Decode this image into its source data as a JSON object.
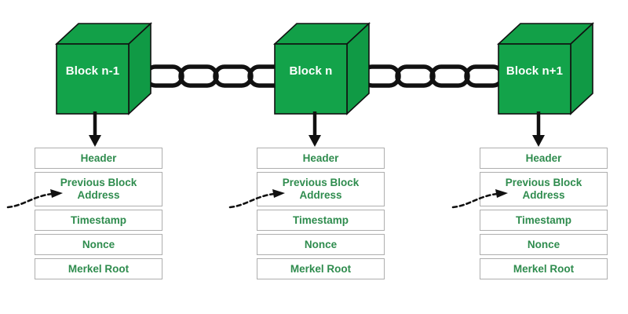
{
  "diagram": {
    "title": "Blockchain block structure diagram",
    "colors": {
      "cube_front": "#13A34A",
      "cube_top": "#12A048",
      "cube_side": "#109A45",
      "cube_outline": "#111111",
      "field_text": "#2F8C4E",
      "field_border": "#AEAEAE",
      "arrow": "#111111",
      "chain": "#111111",
      "background": "#FFFFFF"
    },
    "blocks": [
      {
        "id": "block-n-minus-1",
        "label": "Block n-1",
        "fields": [
          {
            "name": "header",
            "label": "Header",
            "lines": 1
          },
          {
            "name": "previous-block-address",
            "label": "Previous Block Address",
            "lines": 2
          },
          {
            "name": "timestamp",
            "label": "Timestamp",
            "lines": 1
          },
          {
            "name": "nonce",
            "label": "Nonce",
            "lines": 1
          },
          {
            "name": "merkel-root",
            "label": "Merkel Root",
            "lines": 1
          }
        ]
      },
      {
        "id": "block-n",
        "label": "Block n",
        "fields": [
          {
            "name": "header",
            "label": "Header",
            "lines": 1
          },
          {
            "name": "previous-block-address",
            "label": "Previous Block Address",
            "lines": 2
          },
          {
            "name": "timestamp",
            "label": "Timestamp",
            "lines": 1
          },
          {
            "name": "nonce",
            "label": "Nonce",
            "lines": 1
          },
          {
            "name": "merkel-root",
            "label": "Merkel Root",
            "lines": 1
          }
        ]
      },
      {
        "id": "block-n-plus-1",
        "label": "Block n+1",
        "fields": [
          {
            "name": "header",
            "label": "Header",
            "lines": 1
          },
          {
            "name": "previous-block-address",
            "label": "Previous Block Address",
            "lines": 2
          },
          {
            "name": "timestamp",
            "label": "Timestamp",
            "lines": 1
          },
          {
            "name": "nonce",
            "label": "Nonce",
            "lines": 1
          },
          {
            "name": "merkel-root",
            "label": "Merkel Root",
            "lines": 1
          }
        ]
      }
    ],
    "connectors": {
      "chain_links_per_gap": 4,
      "chain_segments": 2,
      "down_arrows": 3,
      "dashed_back_links": 3
    },
    "field_label_lines": {
      "previous_block_address_line1": "Previous Block",
      "previous_block_address_line2": "Address"
    }
  }
}
